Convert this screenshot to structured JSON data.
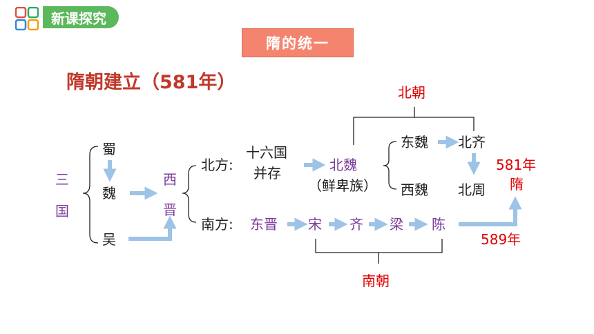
{
  "header": {
    "title": "新课探究"
  },
  "section": {
    "title": "隋的统一"
  },
  "subtitle": "隋朝建立（581年）",
  "nodes": {
    "san": "三",
    "guo": "国",
    "shu": "蜀",
    "wei": "魏",
    "wu": "吴",
    "xi": "西",
    "jin": "晋",
    "north_label": "北方:",
    "south_label": "南方:",
    "shiliuguo_1": "十六国",
    "shiliuguo_2": "并存",
    "beiwei": "北魏",
    "xianbei": "（鲜卑族）",
    "dongwei": "东魏",
    "beiqi": "北齐",
    "xiwei": "西魏",
    "beizhou": "北周",
    "year_581": "581年",
    "sui": "隋",
    "dongjin": "东晋",
    "song": "宋",
    "qi": "齐",
    "liang": "梁",
    "chen": "陈",
    "year_589": "589年",
    "beichao": "北朝",
    "nanchao": "南朝"
  },
  "colors": {
    "arrow": "#9dc3e6",
    "header_green": "#5cb85c",
    "section_fill": "#f4846e",
    "subtitle": "#c0392b",
    "purple": "#7a3b9a",
    "red": "#e00000"
  }
}
